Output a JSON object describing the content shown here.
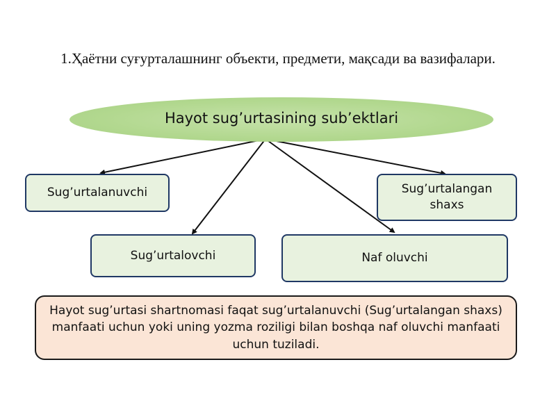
{
  "heading": "1.Ҳаётни суғурталашнинг объекти, предмети, мақсади ва вазифалари.",
  "central": {
    "label": "Hayot sug’urtasining sub’ektlari",
    "color": "#b2d88f"
  },
  "subjects": [
    {
      "label": "Sug’urtalanuvchi"
    },
    {
      "label": "Sug’urtalangan shaxs"
    },
    {
      "label": "Sug’urtalovchi"
    },
    {
      "label": "Naf oluvchi"
    }
  ],
  "note": {
    "text": "Hayot sug’urtasi shartnomasi faqat sug’urtalanuvchi (Sug’urtalangan shaxs) manfaati uchun yoki uning yozma roziligi bilan boshqa naf oluvchi manfaati uchun tuziladi.",
    "color": "#fbe5d6"
  },
  "colors": {
    "box_fill": "#e8f2df",
    "box_border": "#1f3864"
  }
}
